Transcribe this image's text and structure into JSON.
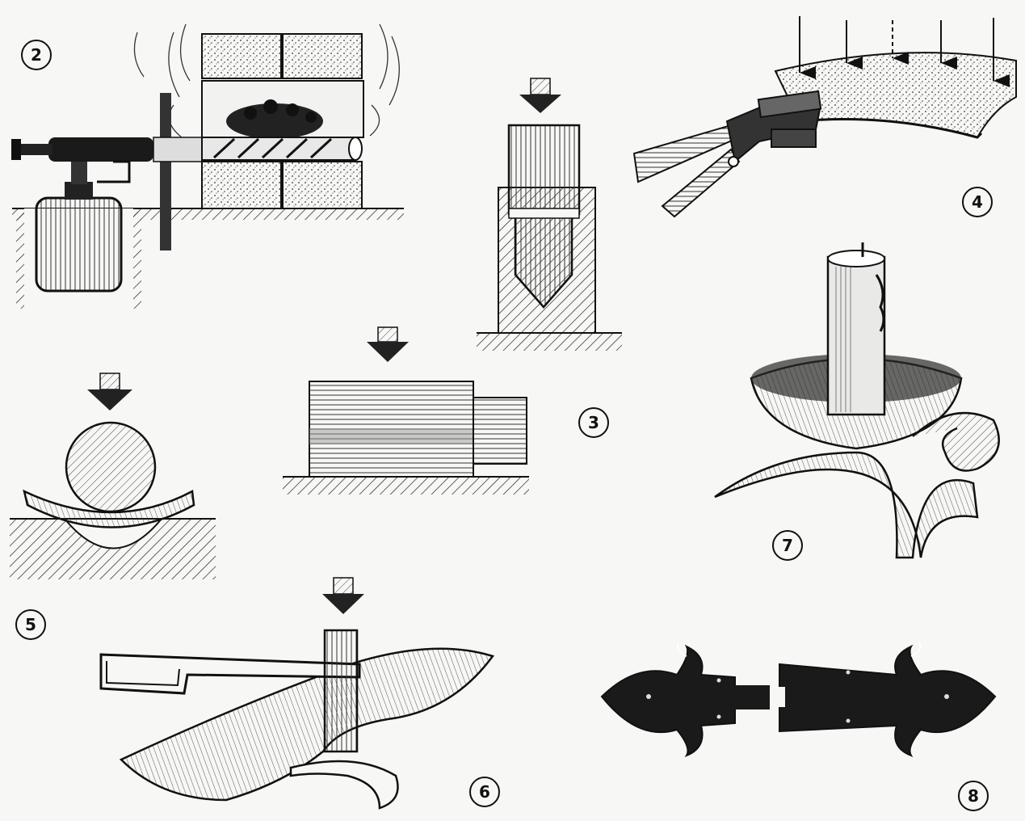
{
  "figure": {
    "labels": {
      "fig2": "2",
      "fig3": "3",
      "fig4": "4",
      "fig5": "5",
      "fig6": "6",
      "fig7": "7",
      "fig8": "8"
    }
  }
}
